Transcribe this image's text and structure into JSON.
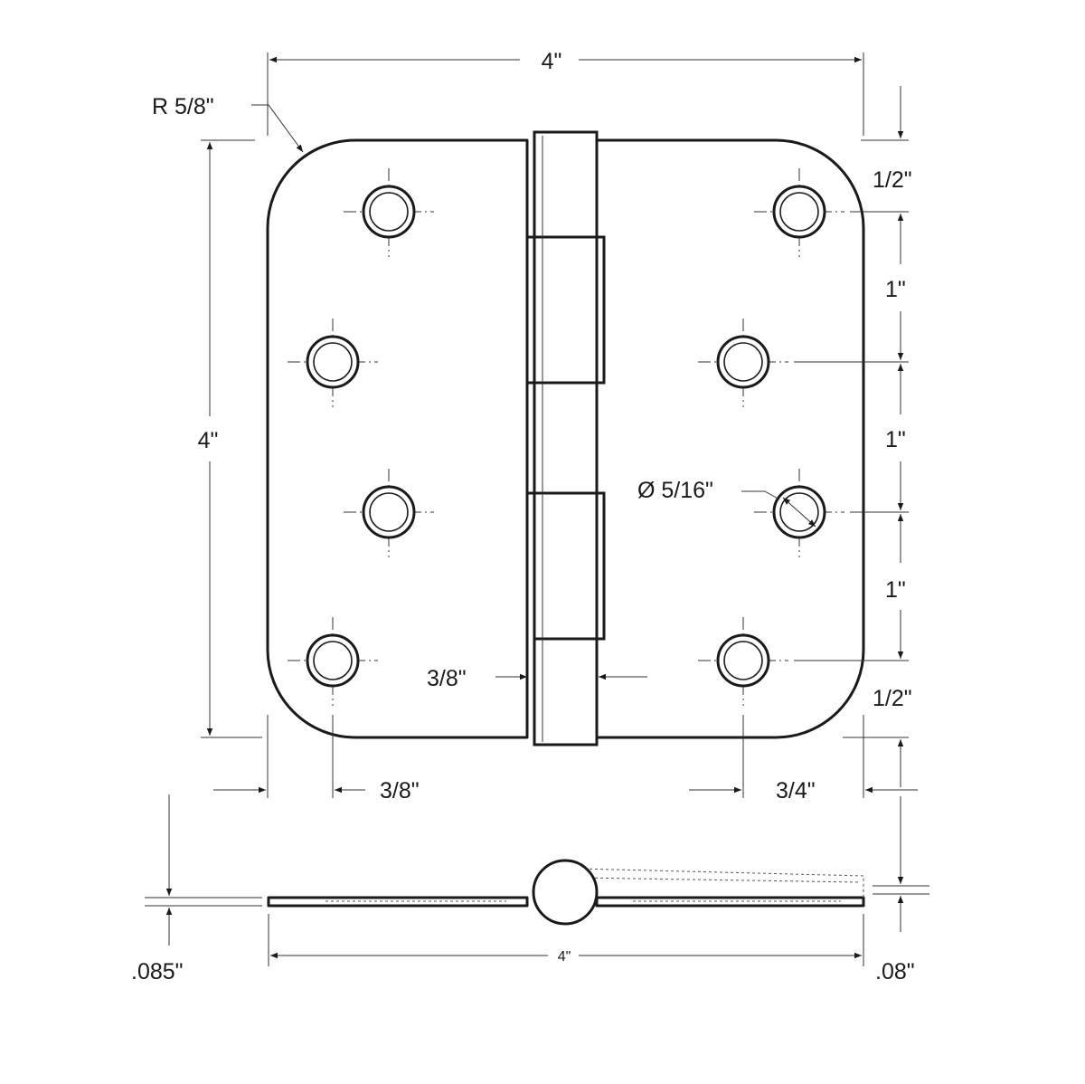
{
  "diagram": {
    "overall_width": "4\"",
    "overall_height": "4\"",
    "corner_radius": "R 5/8\"",
    "top_edge_offset": "1/2\"",
    "hole_spacing_1": "1\"",
    "hole_spacing_2": "1\"",
    "hole_spacing_3": "1\"",
    "bottom_edge_offset": "1/2\"",
    "hole_diameter": "Ø 5/16\"",
    "knuckle_width": "3/8\"",
    "left_hole_offset": "3/8\"",
    "right_hole_offset": "3/4\"",
    "side_width": "4\"",
    "leaf_thickness_left": ".085\"",
    "leaf_thickness_right": ".08\""
  },
  "colors": {
    "line": "#1a1a1a",
    "background": "#ffffff"
  }
}
